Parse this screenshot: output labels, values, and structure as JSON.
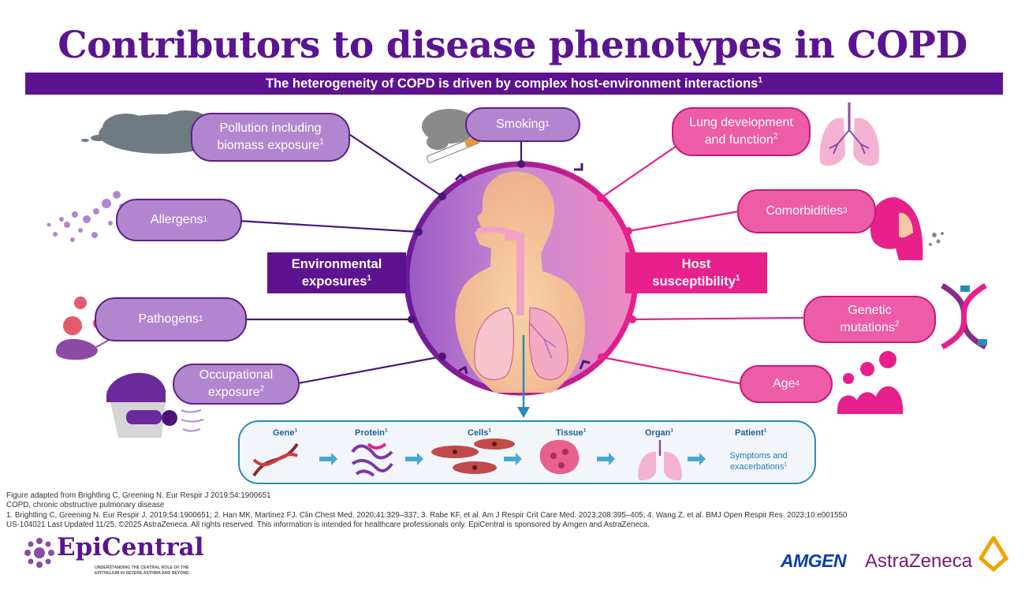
{
  "title": "Contributors to disease phenotypes in COPD",
  "subtitle": "The heterogeneity of COPD is driven by complex host-environment interactions",
  "subtitle_ref": "1",
  "colors": {
    "purple": "#5d1390",
    "lavender": "#b286cf",
    "magenta": "#e8208b",
    "pink": "#ed5ca7",
    "blue": "#2a8cb3"
  },
  "environmental": {
    "label_l1": "Environmental",
    "label_l2": "exposures",
    "ref": "1",
    "items": [
      {
        "l1": "Pollution including",
        "l2": "biomass exposure",
        "ref": "1",
        "icon": "smog-cloud-icon"
      },
      {
        "l1": "Allergens",
        "l2": "",
        "ref": "1",
        "icon": "allergen-particles-icon"
      },
      {
        "l1": "Pathogens",
        "l2": "",
        "ref": "1",
        "icon": "pathogen-icon"
      },
      {
        "l1": "Occupational",
        "l2": "exposure",
        "ref": "2",
        "icon": "respirator-mask-icon"
      }
    ],
    "smoking": {
      "l1": "Smoking",
      "ref": "1",
      "icon": "cigarette-smoke-icon"
    }
  },
  "host": {
    "label_l1": "Host",
    "label_l2": "susceptibility",
    "ref": "1",
    "items": [
      {
        "l1": "Lung development",
        "l2": "and function",
        "ref": "2",
        "icon": "lungs-icon"
      },
      {
        "l1": "Comorbidities",
        "l2": "",
        "ref": "3",
        "icon": "coughing-person-icon"
      },
      {
        "l1": "Genetic",
        "l2": "mutations",
        "ref": "2",
        "icon": "dna-icon"
      },
      {
        "l1": "Age",
        "l2": "",
        "ref": "4",
        "icon": "age-figures-icon"
      }
    ]
  },
  "cascade": [
    {
      "label": "Gene",
      "ref": "1",
      "icon": "gene-dna-icon"
    },
    {
      "label": "Protein",
      "ref": "1",
      "icon": "protein-icon"
    },
    {
      "label": "Cells",
      "ref": "1",
      "icon": "cells-icon"
    },
    {
      "label": "Tissue",
      "ref": "1",
      "icon": "tissue-icon"
    },
    {
      "label": "Organ",
      "ref": "1",
      "icon": "organ-lungs-icon"
    },
    {
      "label": "Patient",
      "ref": "1",
      "icon": ""
    }
  ],
  "patient_outcome": {
    "l1": "Symptoms and",
    "l2": "exacerbations",
    "ref": "1"
  },
  "footer": {
    "line1": "Figure adapted from Brightling C, Greening N. Eur Respir J 2019;54:1900651",
    "line2": "COPD, chronic obstructive pulmonary disease",
    "line3": "1. Brightling C, Greening N. Eur Respir J. 2019;54:1900651; 2. Han MK, Martinez FJ. Clin Chest Med. 2020;41:329–337; 3. Rabe KF, et al. Am J Respir Crit Care Med. 2023;208:395–405; 4. Wang Z, et al. BMJ Open Respir Res. 2023;10:e001550",
    "line4": "US-104021 Last Updated 11/25. ©2025 AstraZeneca. All rights reserved. This information is intended for healthcare professionals only. EpiCentral is sponsored by Amgen and AstraZeneca."
  },
  "logos": {
    "epicentral": "EpiCentral",
    "epicentral_tagline_l1": "UNDERSTANDING THE CENTRAL ROLE OF THE",
    "epicentral_tagline_l2": "EPITHELIUM IN SEVERE ASTHMA AND BEYOND",
    "amgen": "AMGEN",
    "astrazeneca": "AstraZeneca"
  }
}
